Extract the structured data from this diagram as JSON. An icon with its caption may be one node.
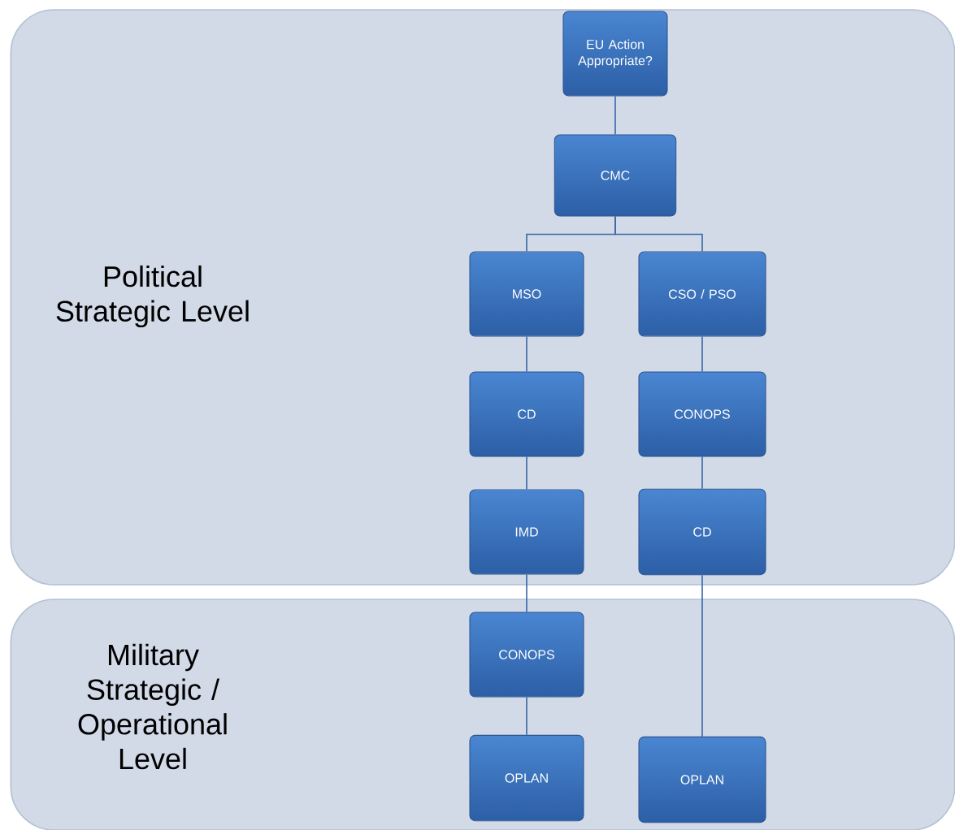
{
  "diagram": {
    "nodes": [
      {
        "text": [
          "Political Strategic Level"
        ]
      },
      {
        "text": [
          "Military Strategic / Operational Level"
        ]
      },
      {
        "text": [
          "EU Action Appropriate?"
        ],
        "in": 0
      },
      {
        "text": [
          "CMC"
        ],
        "in": 0
      },
      {
        "text": [
          "MSO"
        ],
        "in": 0
      },
      {
        "text": [
          "CSO / PSO"
        ],
        "in": 0
      },
      {
        "text": [
          "CD"
        ],
        "in": 0
      },
      {
        "text": [
          "CONOPS"
        ],
        "in": 0
      },
      {
        "text": [
          "IMD"
        ],
        "in": 0
      },
      {
        "text": [
          "CD"
        ],
        "in": 0
      },
      {
        "text": [
          "CONOPS"
        ],
        "in": 1
      },
      {
        "text": [
          "OPLAN"
        ],
        "in": 1
      },
      {
        "text": [
          "OPLAN"
        ],
        "in": 1
      }
    ],
    "edges": [
      {
        "from": 2,
        "to": 3,
        "arrow": "none"
      },
      {
        "from": 3,
        "to": 4,
        "arrow": "none"
      },
      {
        "from": 3,
        "to": 5,
        "arrow": "none"
      },
      {
        "from": 4,
        "to": 6,
        "arrow": "none"
      },
      {
        "from": 5,
        "to": 7,
        "arrow": "none"
      },
      {
        "from": 6,
        "to": 8,
        "arrow": "none"
      },
      {
        "from": 7,
        "to": 9,
        "arrow": "none"
      },
      {
        "from": 8,
        "to": 10,
        "arrow": "none"
      },
      {
        "from": 10,
        "to": 11,
        "arrow": "none"
      },
      {
        "from": 9,
        "to": 12,
        "arrow": "none"
      }
    ]
  }
}
